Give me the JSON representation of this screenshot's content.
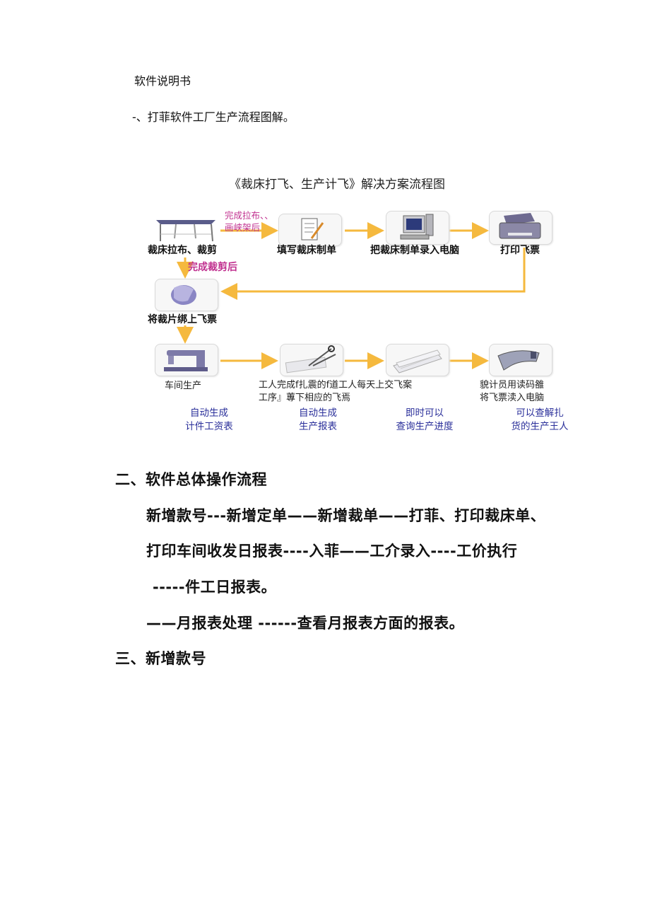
{
  "doc": {
    "title": "软件说明书",
    "section1": "-、打菲软件工厂生产流程图解。",
    "section2": "二、软件总体操作流程",
    "flow_line1": "新增款号---新增定单——新增裁单——打菲、打印裁床单、",
    "flow_line2": "打印车间收发日报表----入菲——工介录入----工价执行",
    "flow_line3": "-----件工日报表。",
    "flow_line4": "——月报表处理 ------查看月报表方面的报表。",
    "section3": "三、新增款号"
  },
  "figure": {
    "title": "《裁床打飞、生产计飞》解决方案流程图",
    "arrow_note1": "完成拉布、、",
    "arrow_note2": "画峡架后",
    "arrow_note3": "完成裁剪后",
    "steps": {
      "cutting_table": "裁床拉布、裁剪",
      "fill_sheet": "填写裁床制单",
      "enter_pc": "把裁床制单录入电脑",
      "print_ticket": "打印飞票",
      "bind_ticket": "将裁片绑上飞票",
      "workshop": "车间生产",
      "worker_line1": "工人完成f扎震的f道工人每天上交飞案",
      "worker_line2": "工序』蓴下相应的飞焉",
      "scanner_line1": "貌计员用读码雒",
      "scanner_line2": "将飞票渎入电脑"
    },
    "outputs": [
      {
        "line1": "自动生成",
        "line2": "计件工资表"
      },
      {
        "line1": "自动生成",
        "line2": "生产报表"
      },
      {
        "line1": "即时可以",
        "line2": "查询生产进度"
      },
      {
        "line1": "可以查解扎",
        "line2": "货的生产王人"
      }
    ],
    "colors": {
      "arrow": "#f5b93e",
      "pink": "#c0308f",
      "blue": "#2a2f9a"
    }
  }
}
